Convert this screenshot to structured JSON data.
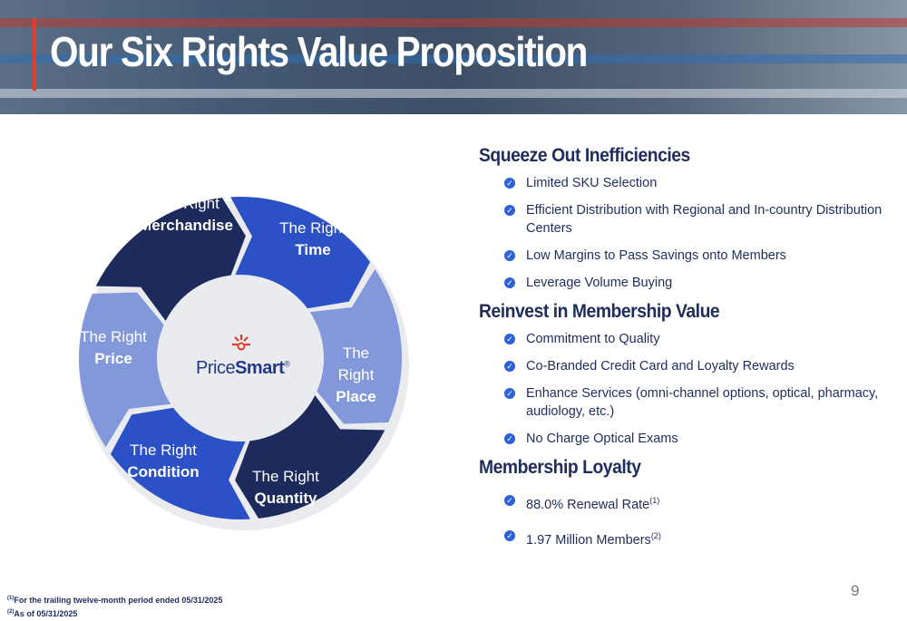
{
  "header": {
    "title": "Our Six Rights Value Proposition"
  },
  "cycle": {
    "segments": [
      {
        "line1": "The Right",
        "line2": "Merchandise",
        "color": "#1c2a5c"
      },
      {
        "line1": "The Right",
        "line2": "Time",
        "color": "#2c50c6"
      },
      {
        "line1": "The Right",
        "line2": "Place",
        "color": "#8298da"
      },
      {
        "line1": "The Right",
        "line2": "Quantity",
        "color": "#1c2a5c"
      },
      {
        "line1": "The Right",
        "line2": "Condition",
        "color": "#2c50c6"
      },
      {
        "line1": "The Right",
        "line2": "Price",
        "color": "#8298da"
      }
    ],
    "logo": {
      "text_light": "Price",
      "text_bold": "Smart",
      "mark": "®"
    }
  },
  "sections": [
    {
      "heading": "Squeeze Out Inefficiencies",
      "items": [
        "Limited SKU Selection",
        "Efficient Distribution with Regional and In-country Distribution Centers",
        "Low Margins to Pass Savings onto Members",
        "Leverage Volume Buying"
      ]
    },
    {
      "heading": "Reinvest in Membership Value",
      "items": [
        "Commitment to Quality",
        "Co-Branded Credit Card and Loyalty Rewards",
        "Enhance Services (omni-channel options, optical, pharmacy, audiology, etc.)",
        "No Charge Optical Exams"
      ]
    },
    {
      "heading": "Membership Loyalty",
      "items": [
        "88.0% Renewal Rate",
        "1.97 Million Members"
      ],
      "notes": [
        "(1)",
        "(2)"
      ]
    }
  ],
  "footnotes": [
    {
      "mark": "(1)",
      "text": "For the trailing twelve-month period ended 05/31/2025"
    },
    {
      "mark": "(2)",
      "text": "As of 05/31/2025"
    }
  ],
  "page_number": "9"
}
